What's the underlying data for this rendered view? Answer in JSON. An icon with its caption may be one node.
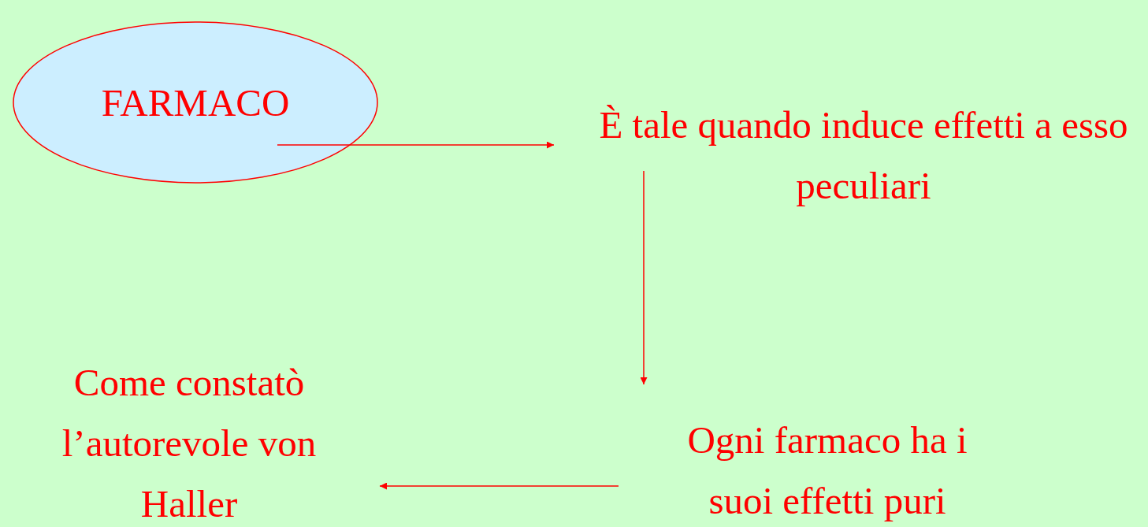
{
  "diagram": {
    "nodes": [
      {
        "text": [
          "FARMACO"
        ]
      },
      {
        "text": [
          "È tale quando induce effetti a esso peculiari"
        ]
      },
      {
        "text": [
          "Ogni farmaco ha i suoi effetti puri"
        ]
      },
      {
        "text": [
          "Come constatò l’autorevole von Haller"
        ]
      }
    ],
    "edges": [
      {
        "from": 0,
        "to": 1,
        "arrow": "to"
      },
      {
        "from": 1,
        "to": 2,
        "arrow": "to"
      },
      {
        "from": 2,
        "to": 3,
        "arrow": "to"
      }
    ]
  }
}
